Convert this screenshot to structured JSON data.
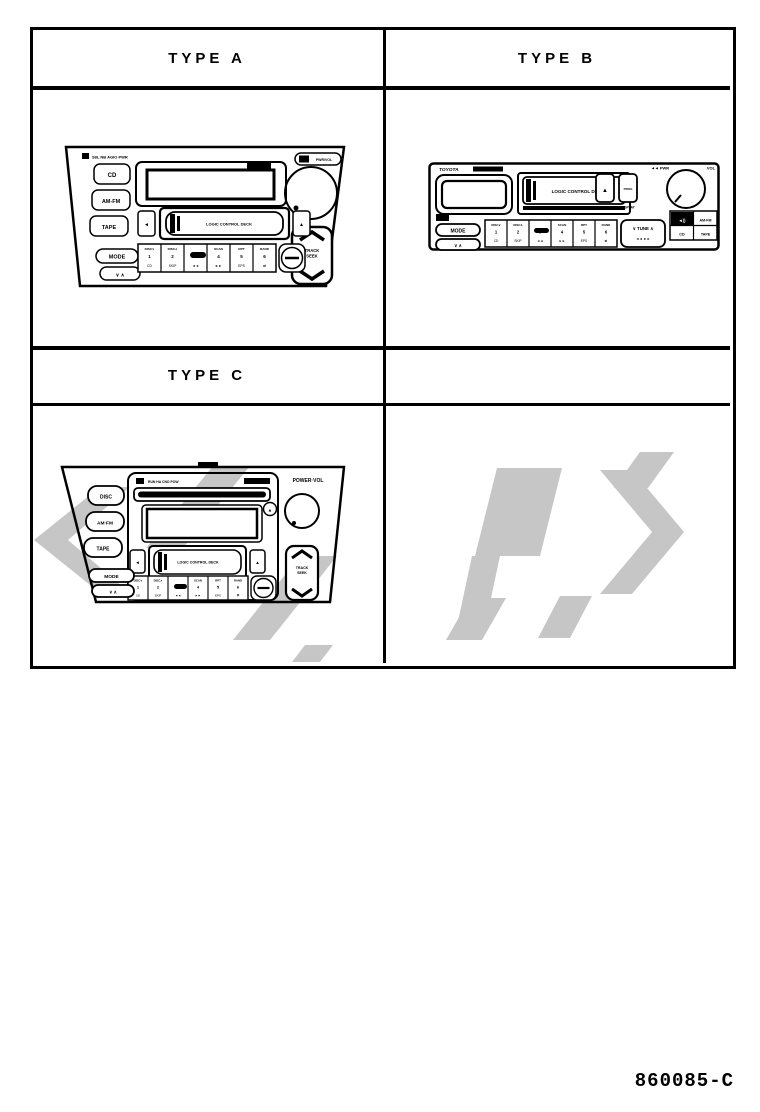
{
  "page": {
    "figure_number": "860085-C"
  },
  "colors": {
    "ink": "#000000",
    "watermark": "#c6c6c6",
    "paper": "#ffffff"
  },
  "headers": {
    "type_a": "TYPE A",
    "type_b": "TYPE B",
    "type_c": "TYPE C"
  },
  "deck_label": "LOGIC CONTROL DECK",
  "presets": [
    {
      "top": "DISC∨",
      "num": "1",
      "bot": "CD"
    },
    {
      "top": "DISC∧",
      "num": "2",
      "bot": "SKIP"
    },
    {
      "top": "",
      "num": "3",
      "bot": "◄◄"
    },
    {
      "top": "SCAN",
      "num": "4",
      "bot": "►►"
    },
    {
      "top": "RPT",
      "num": "5",
      "bot": "EPS"
    },
    {
      "top": "RAND",
      "num": "6",
      "bot": "⇄"
    }
  ],
  "type_a": {
    "brand": "S8L NB AGIO PWR",
    "cd": "CD",
    "am_fm": "AM-FM",
    "tape": "TAPE",
    "mode": "MODE",
    "updown": "∨    ∧",
    "pwr_vol": "PWR/VOL",
    "eject": "▲",
    "deck_side": "◄",
    "rocker_top": "TRACK",
    "rocker_bottom": "SEEK"
  },
  "type_b": {
    "toyota": "TOYOTA",
    "mode": "MODE",
    "updown": "∨    ∧",
    "eject": "▲",
    "prog": "PROG",
    "display_caption": "DISPLAY",
    "pwr": "◄◄ PWR",
    "vol": "VOL",
    "tune": "∨ TUNE ∧",
    "seek": "◄◄      ►►",
    "loud": "◄))",
    "am_fm": "AM·FM",
    "cd": "CD",
    "tape": "TAPE"
  },
  "type_c": {
    "brand": "RUN HA CNO POW",
    "disc": "DISC",
    "am_fm": "AM·FM",
    "tape": "TAPE",
    "mode": "MODE",
    "updown": "∨  ∧",
    "power_vol": "POWER·VOL",
    "eject": "▲",
    "deck_side": "◄",
    "rocker_top": "TRACK",
    "rocker_bottom": "SEEK"
  }
}
